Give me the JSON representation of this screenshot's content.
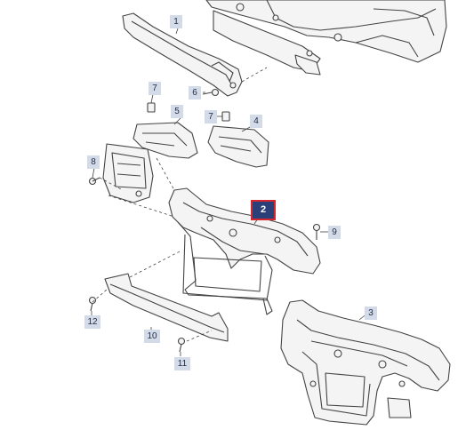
{
  "diagram": {
    "callouts": [
      {
        "key": "1",
        "label": "1"
      },
      {
        "key": "2",
        "label": "2",
        "selected": true
      },
      {
        "key": "3",
        "label": "3"
      },
      {
        "key": "4",
        "label": "4"
      },
      {
        "key": "5",
        "label": "5"
      },
      {
        "key": "6",
        "label": "6"
      },
      {
        "key": "7a",
        "label": "7"
      },
      {
        "key": "7b",
        "label": "7"
      },
      {
        "key": "8",
        "label": "8"
      },
      {
        "key": "9",
        "label": "9"
      },
      {
        "key": "10",
        "label": "10"
      },
      {
        "key": "11",
        "label": "11"
      },
      {
        "key": "12",
        "label": "12"
      }
    ],
    "colors": {
      "callout_bg": "#d4dbe8",
      "callout_text": "#1f2a44",
      "selected_bg": "#2b3f78",
      "selected_border": "#d8262f",
      "line": "#444444",
      "part_fill": "#f4f4f4"
    }
  }
}
